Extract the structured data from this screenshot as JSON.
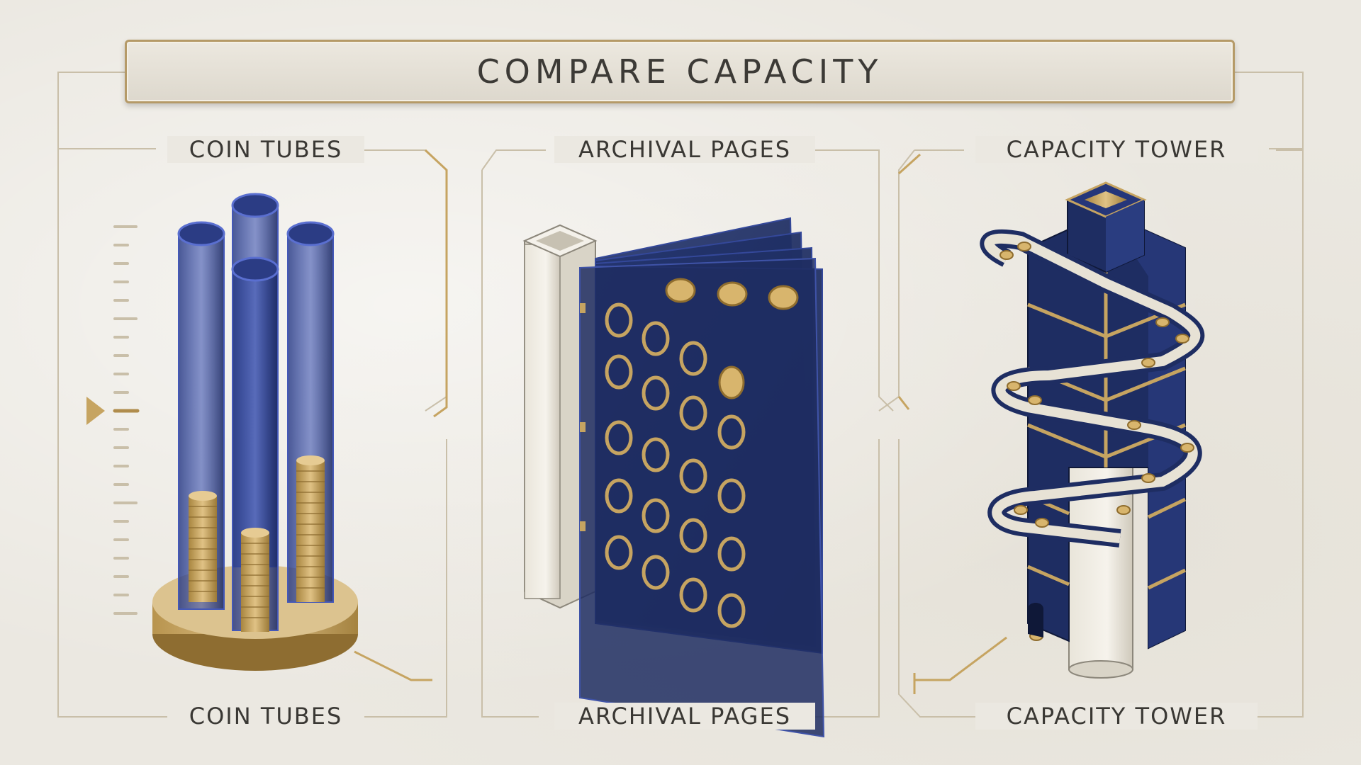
{
  "title": "COMPARE CAPACITY",
  "panels": [
    {
      "id": "coin-tubes",
      "top_label": "COIN TUBES",
      "bottom_label": "COIN TUBES"
    },
    {
      "id": "archival-pages",
      "top_label": "ARCHIVAL PAGES",
      "bottom_label": "ARCHIVAL PAGES"
    },
    {
      "id": "capacity-tower",
      "top_label": "CAPACITY TOWER",
      "bottom_label": "CAPACITY TOWER"
    }
  ],
  "colors": {
    "navy": "#1f2f66",
    "gold": "#c9a55e",
    "cream": "#ebe8e1",
    "frame_line": "#c9bfa9"
  },
  "icons": [
    "gauge-pointer-icon"
  ]
}
